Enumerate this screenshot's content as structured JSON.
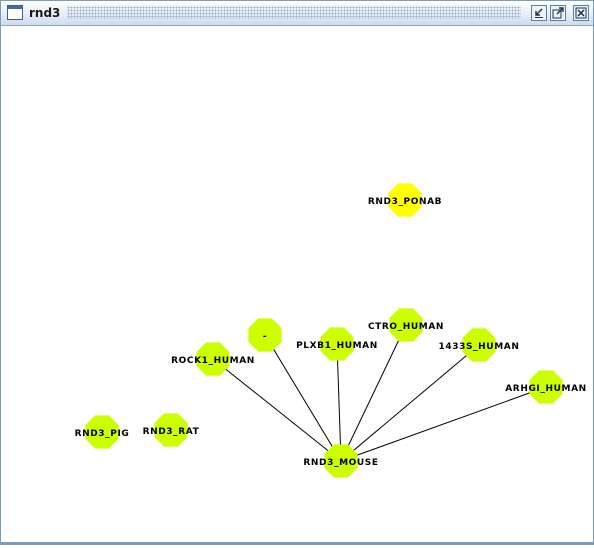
{
  "window": {
    "title": "rnd3",
    "buttons": {
      "minimize_icon": "minimize-icon",
      "maximize_icon": "maximize-icon",
      "close_icon": "close-icon"
    }
  },
  "colors": {
    "node_default": "#ccff00",
    "node_highlight": "#ffff00",
    "edge": "#000000",
    "background": "#ffffff"
  },
  "network": {
    "nodes": [
      {
        "id": "RND3_PONAB",
        "label": "RND3_PONAB",
        "highlight": true
      },
      {
        "id": "CTRO_HUMAN",
        "label": "CTRO_HUMAN"
      },
      {
        "id": "DASH",
        "label": "-"
      },
      {
        "id": "PLXB1_HUMAN",
        "label": "PLXB1_HUMAN"
      },
      {
        "id": "1433S_HUMAN",
        "label": "1433S_HUMAN"
      },
      {
        "id": "ROCK1_HUMAN",
        "label": "ROCK1_HUMAN"
      },
      {
        "id": "ARHGI_HUMAN",
        "label": "ARHGI_HUMAN"
      },
      {
        "id": "RND3_PIG",
        "label": "RND3_PIG"
      },
      {
        "id": "RND3_RAT",
        "label": "RND3_RAT"
      },
      {
        "id": "RND3_MOUSE",
        "label": "RND3_MOUSE"
      }
    ],
    "edges": [
      {
        "source": "RND3_MOUSE",
        "target": "ROCK1_HUMAN"
      },
      {
        "source": "RND3_MOUSE",
        "target": "DASH"
      },
      {
        "source": "RND3_MOUSE",
        "target": "PLXB1_HUMAN"
      },
      {
        "source": "RND3_MOUSE",
        "target": "CTRO_HUMAN"
      },
      {
        "source": "RND3_MOUSE",
        "target": "1433S_HUMAN"
      },
      {
        "source": "RND3_MOUSE",
        "target": "ARHGI_HUMAN"
      }
    ]
  }
}
